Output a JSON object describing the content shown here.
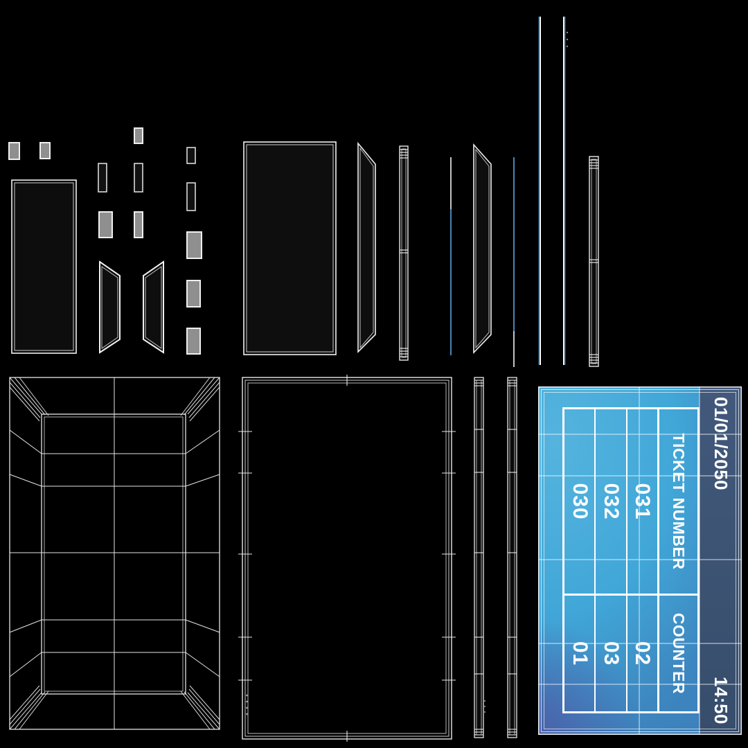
{
  "screen": {
    "date": "01/01/2050",
    "time": "14:50",
    "table": {
      "ticket_header": "TICKET NUMBER",
      "counter_header": "COUNTER",
      "rows": [
        {
          "ticket": "031",
          "counter": "02"
        },
        {
          "ticket": "032",
          "counter": "03"
        },
        {
          "ticket": "030",
          "counter": "01"
        }
      ]
    },
    "colors": {
      "header_bar": "#3e5878",
      "screen_cyan": "#41a7d8",
      "screen_mid_blue": "#3d86bf",
      "screen_indigo": "#4b62a6",
      "grid_white": "#ffffff"
    }
  },
  "wireframe": {
    "line_color": "#e8e8e8",
    "accent_blue": "#5aa7e0",
    "fill_dark": "#0e0e0e",
    "fill_gray": "#8f8f8f",
    "background": "#000000"
  }
}
